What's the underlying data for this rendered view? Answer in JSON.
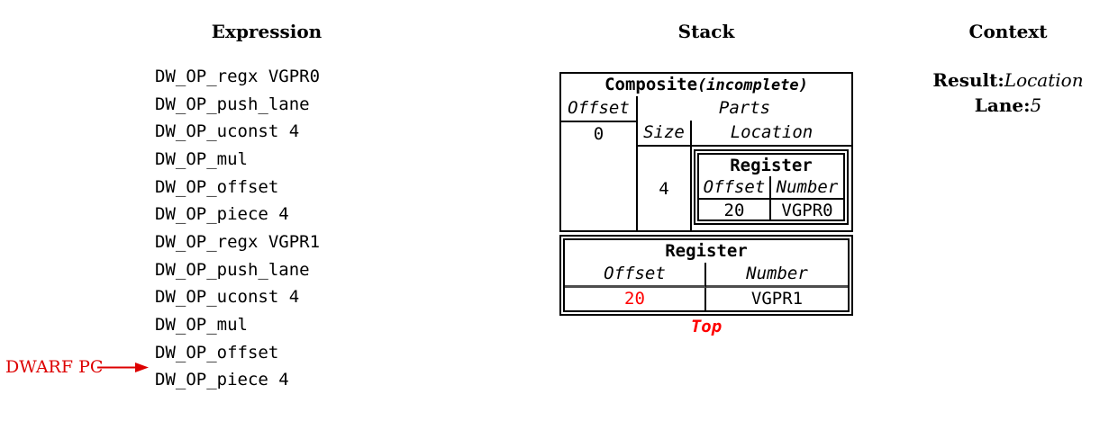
{
  "colors": {
    "highlight_red": "#ff0000",
    "pc_label_red": "#dd0000",
    "table_border_black": "#000000",
    "header_rule_gray": "#4d4d4d",
    "background": "#ffffff"
  },
  "columns": {
    "expression": {
      "title": "Expression",
      "ops": [
        "DW_OP_regx VGPR0",
        "DW_OP_push_lane",
        "DW_OP_uconst 4",
        "DW_OP_mul",
        "DW_OP_offset",
        "DW_OP_piece 4",
        "DW_OP_regx VGPR1",
        "DW_OP_push_lane",
        "DW_OP_uconst 4",
        "DW_OP_mul",
        "DW_OP_offset",
        "DW_OP_piece 4"
      ],
      "pc_label": "DWARF PC",
      "pc_arrow": "right-arrow-icon"
    },
    "stack": {
      "title": "Stack",
      "composite_entry": {
        "title": "Composite",
        "qualifier": "(incomplete)",
        "offset_header": "Offset",
        "offset_value": "0",
        "parts_header": "Parts",
        "size_header": "Size",
        "size_value": "4",
        "location_header": "Location",
        "part_location": {
          "title": "Register",
          "offset_header": "Offset",
          "number_header": "Number",
          "offset_value": "20",
          "number_value": "VGPR0"
        }
      },
      "register_entry": {
        "title": "Register",
        "offset_header": "Offset",
        "number_header": "Number",
        "offset_value": "20",
        "number_value": "VGPR1"
      },
      "top_label": "Top"
    },
    "context": {
      "title": "Context",
      "result_label": "Result:",
      "result_value": "Location",
      "lane_label": "Lane:",
      "lane_value": "5"
    }
  }
}
